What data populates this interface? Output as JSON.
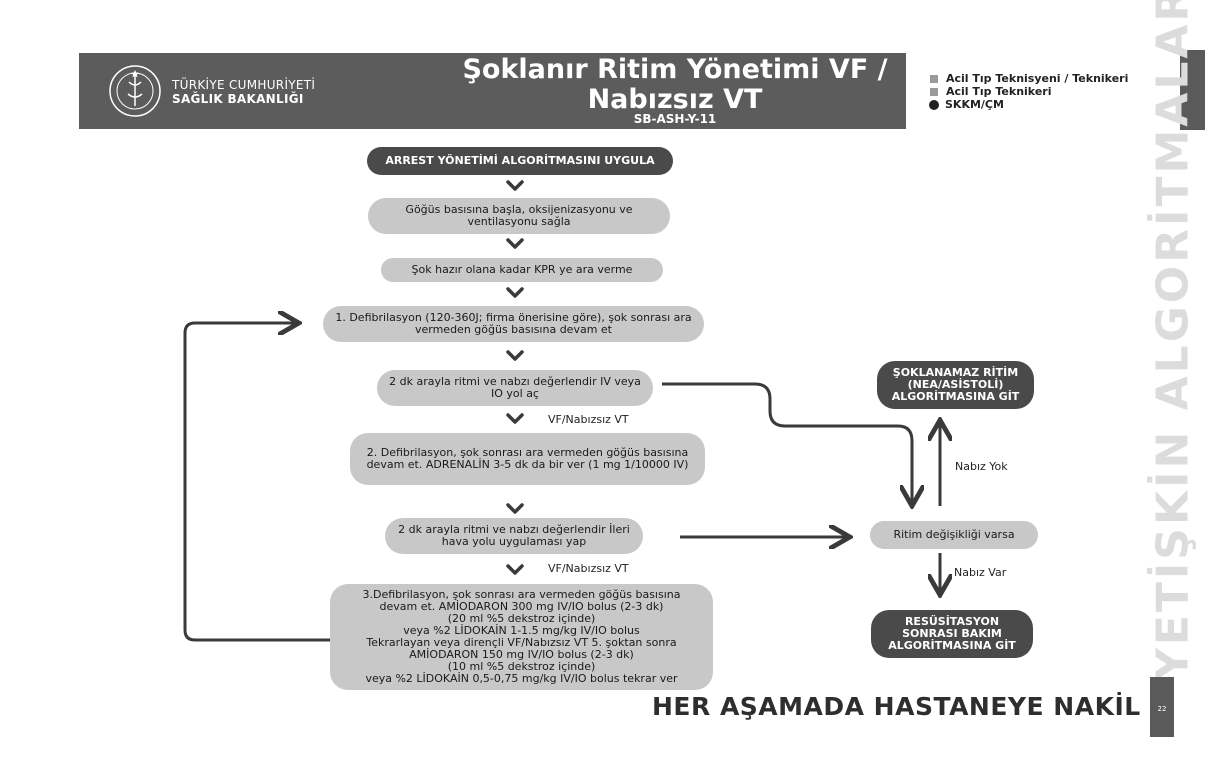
{
  "header": {
    "ministry_line1": "TÜRKİYE CUMHURİYETİ",
    "ministry_line2": "SAĞLIK BAKANLIĞI",
    "title_line1": "Şoklanır  Ritim Yönetimi VF /",
    "title_line2": "Nabızsız VT",
    "code": "SB-ASH-Y-11"
  },
  "legend": [
    {
      "marker": "square",
      "label": "Acil Tıp Teknisyeni / Teknikeri"
    },
    {
      "marker": "square",
      "label": "Acil Tıp Teknikeri"
    },
    {
      "marker": "circle-icon",
      "label": "SKKM/ÇM"
    }
  ],
  "flow": {
    "start": "ARREST YÖNETİMİ ALGORİTMASINI UYGULA",
    "step1": "Göğüs basısına başla, oksijenizasyonu ve ventilasyonu sağla",
    "step2": "Şok hazır olana kadar KPR ye ara verme",
    "step3": "1. Defibrilasyon (120-360J; firma önerisine göre), şok sonrası ara vermeden göğüs basısına devam et",
    "step4": "2 dk arayla ritmi ve nabzı değerlendir IV veya IO yol aç",
    "label_vf1": "VF/Nabızsız VT",
    "step5": "2. Defibrilasyon, şok sonrası ara vermeden göğüs basısına devam et. ADRENALİN 3-5 dk da bir ver (1 mg 1/10000 IV)",
    "step6": "2 dk arayla ritmi ve nabzı değerlendir İleri hava yolu uygulaması yap",
    "label_vf2": "VF/Nabızsız VT",
    "step7_lines": [
      "3.Defibrilasyon, şok sonrası ara vermeden göğüs basısına",
      "devam et. AMİODARON 300 mg IV/IO bolus (2-3 dk)",
      "(20 ml  %5 dekstroz içinde)",
      "veya %2 LİDOKAİN 1-1.5 mg/kg IV/IO bolus",
      "Tekrarlayan veya dirençli VF/Nabızsız VT 5. şoktan sonra",
      "AMİODARON 150 mg IV/IO bolus (2-3 dk)",
      "(10 ml %5 dekstroz içinde)",
      "veya %2 LİDOKAİN 0,5-0,75 mg/kg IV/IO bolus tekrar ver"
    ],
    "nonshock_line1": "ŞOKLANAMAZ RİTİM",
    "nonshock_line2": "(NEA/ASİSTOLİ)",
    "nonshock_line3": "ALGORİTMASINA GİT",
    "rhythm_change": "Ritim değişikliği varsa",
    "label_no_pulse": "Nabız Yok",
    "label_pulse": "Nabız Var",
    "rosc_line1": "RESÜSİTASYON",
    "rosc_line2": "SONRASI BAKIM",
    "rosc_line3": "ALGORİTMASINA GİT"
  },
  "side_title": "YETİŞKİN ALGORİTMALARI",
  "bottom_text": "HER AŞAMADA HASTANEYE NAKİL",
  "page_number": "22",
  "colors": {
    "header_bg": "#5c5c5c",
    "box_fill": "#c8c8c8",
    "dark_pill": "#4a4a4a",
    "arrow": "#3a3a3a"
  }
}
